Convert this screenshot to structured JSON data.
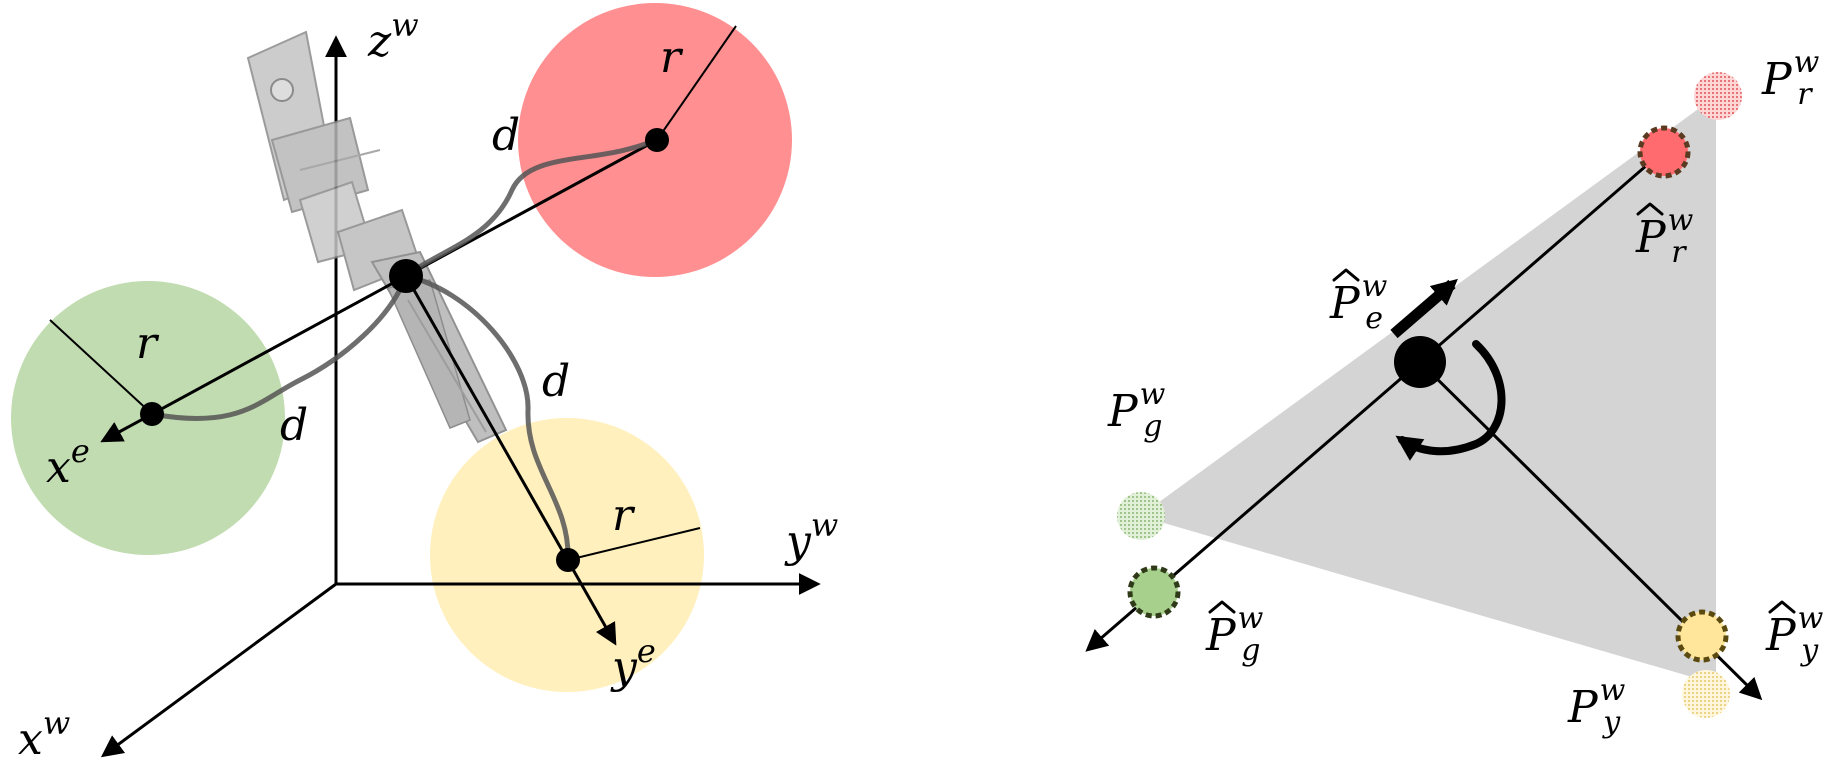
{
  "colors": {
    "red": "#ff8f91",
    "green": "#c1dcb0",
    "yellow": "#fff0bd",
    "triangle": "#d4d4d4",
    "robot": "#bdbdbd"
  },
  "left": {
    "axes": {
      "z": {
        "base": "z",
        "sup": "w"
      },
      "y": {
        "base": "y",
        "sup": "w"
      },
      "x": {
        "base": "x",
        "sup": "w"
      }
    },
    "ee_axes": {
      "x": {
        "base": "x",
        "sup": "e"
      },
      "y": {
        "base": "y",
        "sup": "e"
      }
    },
    "radius_label": "r",
    "distance_label": "d",
    "robot_icon": "robot-gripper-icon"
  },
  "right": {
    "points": {
      "Pr": {
        "base": "P",
        "sub": "r",
        "sup": "w"
      },
      "Pr_hat": {
        "base": "P",
        "sub": "r",
        "sup": "w"
      },
      "Pe_hat": {
        "base": "P",
        "sub": "e",
        "sup": "w"
      },
      "Pg": {
        "base": "P",
        "sub": "g",
        "sup": "w"
      },
      "Pg_hat": {
        "base": "P",
        "sub": "g",
        "sup": "w"
      },
      "Py_hat": {
        "base": "P",
        "sub": "y",
        "sup": "w"
      },
      "Py": {
        "base": "P",
        "sub": "y",
        "sup": "w"
      }
    },
    "rotation_icon": "rotation-arrow-icon",
    "translation_icon": "translation-arrow-icon"
  }
}
